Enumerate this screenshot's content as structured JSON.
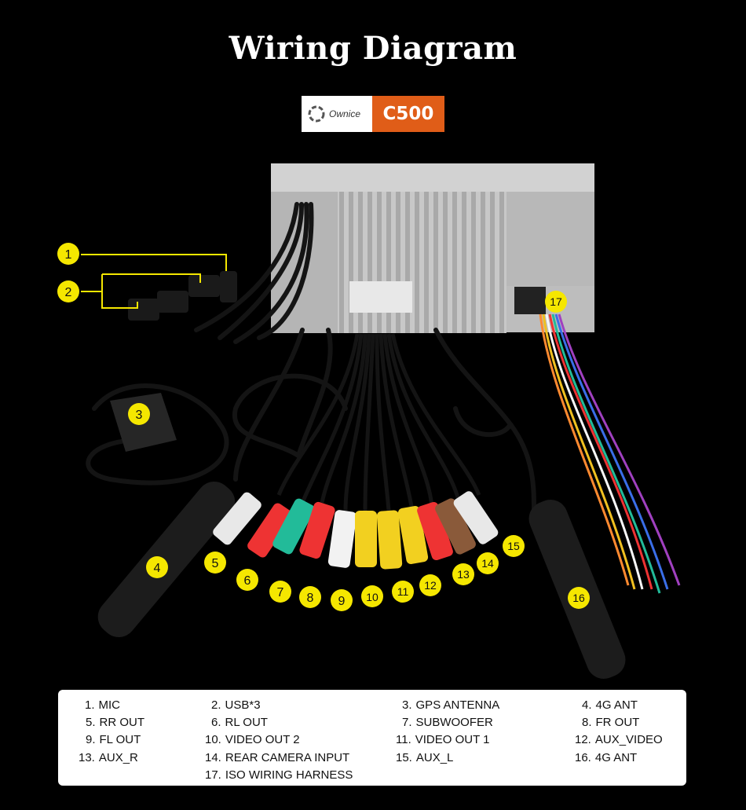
{
  "title": "Wiring Diagram",
  "logo": {
    "brand": "Ownice",
    "model": "C500"
  },
  "markers": [
    "1",
    "2",
    "3",
    "4",
    "5",
    "6",
    "7",
    "8",
    "9",
    "10",
    "11",
    "12",
    "13",
    "14",
    "15",
    "16",
    "17"
  ],
  "legend": [
    {
      "num": "1.",
      "label": "MIC"
    },
    {
      "num": "2.",
      "label": "USB*3"
    },
    {
      "num": "3.",
      "label": "GPS ANTENNA"
    },
    {
      "num": "4.",
      "label": "4G ANT"
    },
    {
      "num": "5.",
      "label": "RR OUT"
    },
    {
      "num": "6.",
      "label": "RL OUT"
    },
    {
      "num": "7.",
      "label": "SUBWOOFER"
    },
    {
      "num": "8.",
      "label": "FR OUT"
    },
    {
      "num": "9.",
      "label": "FL OUT"
    },
    {
      "num": "10.",
      "label": "VIDEO OUT 2"
    },
    {
      "num": "11.",
      "label": "VIDEO OUT 1"
    },
    {
      "num": "12.",
      "label": "AUX_VIDEO"
    },
    {
      "num": "13.",
      "label": "AUX_R"
    },
    {
      "num": "14.",
      "label": "REAR CAMERA INPUT"
    },
    {
      "num": "15.",
      "label": "AUX_L"
    },
    {
      "num": "16.",
      "label": "4G ANT"
    },
    {
      "num": "17.",
      "label": "ISO WIRING HARNESS"
    }
  ],
  "colors": {
    "marker": "#f5e700",
    "logo_accent": "#e05d18",
    "background": "#000000"
  }
}
